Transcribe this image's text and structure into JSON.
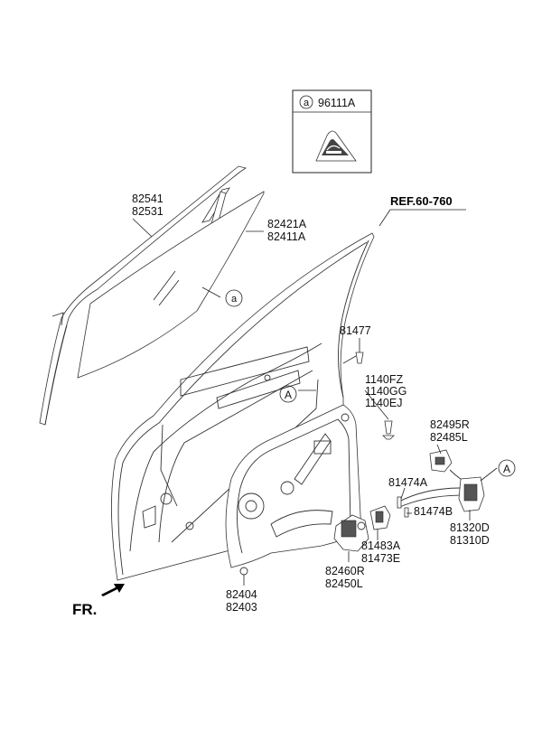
{
  "inset": {
    "circle_letter": "a",
    "part_number": "96111A"
  },
  "reference": "REF.60-760",
  "front_label": "FR.",
  "callouts": {
    "a_circle": "a",
    "A_upper": "A",
    "A_right": "A"
  },
  "labels": {
    "glass_run_1": "82541",
    "glass_run_2": "82531",
    "glass_1": "82421A",
    "glass_2": "82411A",
    "bolt_81477": "81477",
    "bolts_1": "1140FZ",
    "bolts_2": "1140GG",
    "bolts_3": "1140EJ",
    "latch_cover_1": "82495R",
    "latch_cover_2": "82485L",
    "pin_1": "81474A",
    "pin_2": "81474B",
    "actuator_1": "81320D",
    "actuator_2": "81310D",
    "clip_1": "81483A",
    "clip_2": "81473E",
    "regulator_1": "82460R",
    "regulator_2": "82450L",
    "module_panel_1": "82404",
    "module_panel_2": "82403"
  }
}
